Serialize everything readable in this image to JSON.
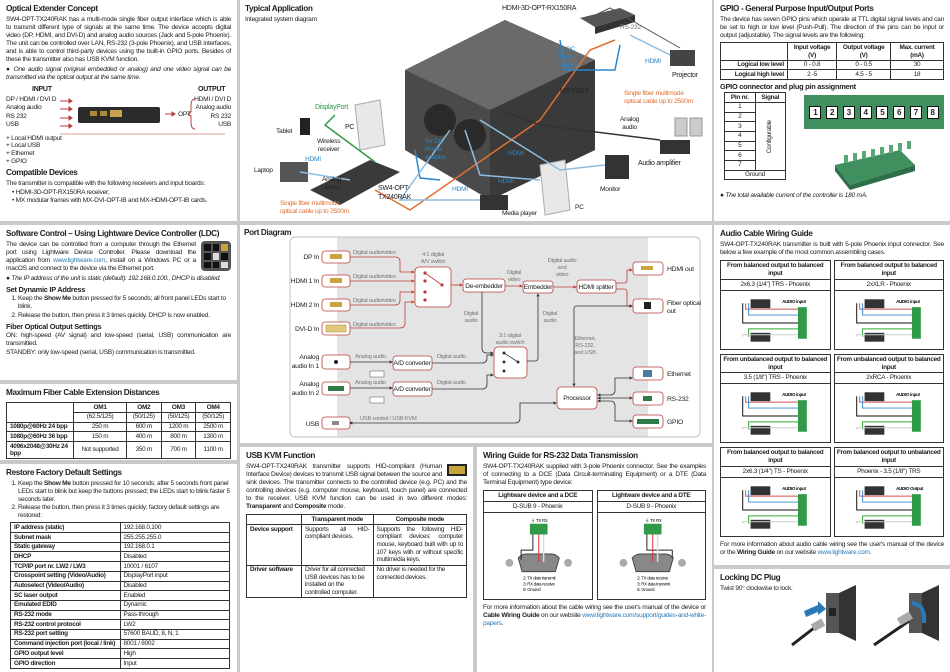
{
  "optical": {
    "title": "Optical Extender Concept",
    "body": "SW4-OPT-TX240RAK has a multi-mode single fiber output interface which is able to transmit different type of signals at the same time. The device accepts digital video (DP, HDMI, and DVI-D) and analog audio sources (Jack and 5-pole Phoenix). The unit can be controlled over LAN, RS-232 (3-pole Phoenix), and USB interfaces, and is able to control third-party devices using the built-in GPIO ports. Besides of these the transmitter also has USB KVM function.",
    "note": "One audio signal (original embedded or analog) and one video signal can be transmitted via the optical output at the same time.",
    "input_label": "INPUT",
    "output_label": "OUTPUT",
    "inputs": [
      "DP / HDMI / DVI D",
      "Analog audio",
      "RS 232",
      "USB"
    ],
    "opt": "OPT",
    "outputs": [
      "HDMI / DVI D",
      "Analog audio",
      "RS 232",
      "USB"
    ],
    "extras": [
      "+ Local HDMI output",
      "+ Local USB",
      "+ Ethernet",
      "+ GPIO"
    ]
  },
  "compatible": {
    "title": "Compatible Devices",
    "intro": "The transmitter is compatible with the following receivers and input boards:",
    "items": [
      "HDMI-3D-OPT-RX150RA receiver;",
      "MX modular frames with MX-DVI-OPT-IB and MX-HDMI-OPT-IB cards."
    ]
  },
  "software": {
    "title": "Software Control – Using Lightware Device Controller (LDC)",
    "body1": "The device can be controlled from a computer through the Ethernet port using Lightware Device Controller. Please download the application from ",
    "link": "www.lightware.com",
    "body2": ", install on a Windows PC or a macOS and connect to the device via the Ethernet port.",
    "note": "The IP address of the unit is static (default): 192.168.0.100., DHCP is disabled.",
    "dyn_title": "Set Dynamic IP Address",
    "dyn_steps": [
      {
        "pre": "Keep the ",
        "bold": "Show Me",
        "post": " button pressed for 5 seconds; all front panel LEDs start to blink."
      },
      {
        "pre": "Release the button, then press it 3 times quickly. DHCP is now enabled.",
        "bold": "",
        "post": ""
      }
    ],
    "fiber_title": "Fiber Optical Output Settings",
    "fiber_on": "ON: high-speed (AV signal) and low-speed (serial, USB) communication are transmitted.",
    "fiber_standby": "STANDBY: only low-speed (serial, USB) communication is transmitted."
  },
  "fiber_table": {
    "title": "Maximum Fiber Cable Extension Distances",
    "headers": [
      "OM1",
      "OM2",
      "OM3",
      "OM4"
    ],
    "subheaders": [
      "(62.5/125)",
      "(50/125)",
      "(50/125)",
      "(50/125)"
    ],
    "rows": [
      [
        "1080p@60Hz 24 bpp",
        "250 m",
        "600 m",
        "1200 m",
        "2500 m"
      ],
      [
        "1080p@60Hz 36 bpp",
        "150 m",
        "400 m",
        "800 m",
        "1300 m"
      ],
      [
        "4096x2048@30Hz 24 bpp",
        "Not supported",
        "350 m",
        "700 m",
        "1100 m"
      ]
    ]
  },
  "restore": {
    "title": "Restore Factory Default Settings",
    "steps": [
      {
        "pre": "Keep the ",
        "bold": "Show Me",
        "post": " button pressed for 10 seconds; after 5 seconds front panel LEDs start to blink but keep the buttons pressed; the LEDs start to blink faster 5 seconds later."
      },
      {
        "pre": "Release the button, then press it 3 times quickly; factory default settings are restored:",
        "bold": "",
        "post": ""
      }
    ],
    "rows": [
      [
        "IP address (static)",
        "192.168.0.100"
      ],
      [
        "Subnet mask",
        "255.255.255.0"
      ],
      [
        "Static gateway",
        "192.168.0.1"
      ],
      [
        "DHCP",
        "Disabled"
      ],
      [
        "TCP/IP port nr. LW2 / LW3",
        "10001 / 6107"
      ],
      [
        "Crosspoint setting (Video/Audio)",
        "DisplayPort input"
      ],
      [
        "Autoselect (Video/Audio)",
        "Disabled"
      ],
      [
        "SC laser output",
        "Enabled"
      ],
      [
        "Emulated EDID",
        "Dynamic"
      ],
      [
        "RS-232 mode",
        "Pass-through"
      ],
      [
        "RS-232 control protocol",
        "LW2"
      ],
      [
        "RS-232 port setting",
        "57600 BAUD, 8, N, 1"
      ],
      [
        "Command injection port (local / link)",
        "8001 / 8002"
      ],
      [
        "GPIO output level",
        "High"
      ],
      [
        "GPIO direction",
        "Input"
      ]
    ]
  },
  "typical": {
    "title": "Typical Application",
    "subtitle": "Integrated system diagram",
    "labels": {
      "rx": "HDMI-3D-OPT-RX150RA",
      "rs232": "RS-232",
      "psu_r": "5V DC\nPower\nadaptor",
      "projector": "Projector",
      "hdmi_r": "HDMI",
      "frame": "MX-FR17",
      "fiber_r": "Single fiber multimode\noptical cable up to 2500m",
      "displayport": "DisplayPort",
      "pc": "PC",
      "tablet": "Tablet",
      "wireless": "Wireless\nreceiver",
      "psu_l": "5V DC\nPower\nadaptor",
      "laptop": "Laptop",
      "hdmi_l": "HDMI",
      "analog_l": "Analog\naudio",
      "tx": "SW4-OPT-\nTX240RAK",
      "fiber_l": "Single fiber multimode\noptical cable up to 2500m",
      "hdmi_b1": "HDMI",
      "hdmi_b2": "HDMI",
      "hdmi_b3": "HDMI",
      "analog_r": "Analog\naudio",
      "amp": "Audio amplifier",
      "monitor": "Monitor",
      "media": "Media player",
      "pc2": "PC"
    }
  },
  "port": {
    "title": "Port Diagram",
    "inputs": [
      "DP In",
      "HDMI 1 In",
      "HDMI 2 In",
      "DVI-D In"
    ],
    "analog": [
      "Analog\naudio In 1",
      "Analog\naudio In 2"
    ],
    "usb": "USB",
    "dav": "Digital audio/video",
    "switch41": "4:1 digital\nA/V switch",
    "deemb": "De-embedder",
    "dvideo": "Digital\nvideo",
    "emb": "Embedder",
    "dav2": "Digital audio\nand\nvideo",
    "splitter": "HDMI splitter",
    "daudio": "Digital\naudio",
    "daudio2": "Digital\naudio",
    "switch31": "3:1 digital\naudio switch",
    "aaudio": "Analog audio",
    "adc": "A/D converter",
    "daud": "Digital audio",
    "eth_label": "Ethernet,\nRS-232,\nand USB",
    "proc": "Processor",
    "usbctl": "USB control / USB KVM",
    "outputs": [
      "HDMI out",
      "Fiber optical\nout",
      "Ethernet",
      "RS-232",
      "GPIO"
    ]
  },
  "kvm": {
    "title": "USB KVM Function",
    "body": "SW4-OPT-TX240RAK transmitter supports HID-compliant (Human Interface Device) devices to transmit USB signal between the source and sink devices. The transmitter connects to the controlled device (e.g. PC) and the controlling devices (e.g. computer mouse, keyboard, touch panel) are connected to the receiver. USB KVM function can be used in two different modes: ",
    "m1": "Transparent",
    "and": " and ",
    "m2": "Composite",
    "tail": " mode.",
    "headers": [
      "",
      "Transparent mode",
      "Composite mode"
    ],
    "rows": [
      [
        "Device support",
        "Supports all HID-compliant devices.",
        "Supports the following HID-compliant devices: computer mouse, keyboard built with up to 107 keys with or without specific multimedia keys."
      ],
      [
        "Driver software",
        "Driver for all connected USB devices has to be installed on the controlled computer.",
        "No driver is needed for the connected devices."
      ]
    ]
  },
  "rs232": {
    "title": "Wiring Guide for RS-232 Data Transmission",
    "body": "SW4-OPT-TX240RAK supplied with 3-pole Phoenix connector. See the examples of connecting to a DCE (Data Circuit-terminating Equipment) or a DTE (Data Terminal Equipment) type device:",
    "boxes": [
      {
        "title": "Lightware device and a DCE",
        "sub": "D-SUB 9 - Phoenix",
        "pins": "⏚ TX RX",
        "legend": [
          "2: TX data transmit",
          "3: RX data receive",
          "5: Ground"
        ]
      },
      {
        "title": "Lightware device and a DTE",
        "sub": "D-SUB 9 - Phoenix",
        "pins": "⏚ TX RX",
        "legend": [
          "2: TX data receive",
          "3: RX data transmit",
          "5: Ground"
        ]
      }
    ],
    "more1": "For more information about the cable wiring see the user's manual of the device or ",
    "bold": "Cable Wiring Guide",
    "more2": " on our website ",
    "link": "www.lightware.com/support/guides-and-white-papers",
    "end": "."
  },
  "gpio": {
    "title": "GPIO - General Purpose Input/Output Ports",
    "body": "The device has seven GPIO pins which operate at TTL digital signal levels and can be set to high or low level (Push-Pull). The direction of the pins can be input or output (adjustable). The signal levels are the following:",
    "headers": [
      "",
      "Input voltage (V)",
      "Output voltage (V)",
      "Max. current (mA)"
    ],
    "rows": [
      [
        "Logical low level",
        "0 - 0.8",
        "0 - 0.5",
        "30"
      ],
      [
        "Logical high level",
        "2 -5",
        "4.5 - 5",
        "18"
      ]
    ],
    "pin_title": "GPIO connector and plug pin assignment",
    "pin_headers": [
      "Pin nr.",
      "Signal"
    ],
    "pins": [
      "1",
      "2",
      "3",
      "4",
      "5",
      "6",
      "7"
    ],
    "configurable": "Configurable",
    "ground": "Ground",
    "plug_pins": [
      "1",
      "2",
      "3",
      "4",
      "5",
      "6",
      "7",
      "8"
    ],
    "note": "The total available current of the controller is 180 mA.",
    "plug_color": "#3f8f5f"
  },
  "audio": {
    "title": "Audio Cable Wiring Guide",
    "body": "SW4-OPT-TX240RAK transmitter is built with 5-pole Phoenix input connector. See below a few example of the most common assembling cases.",
    "cases": [
      {
        "title": "From balanced output to balanced input",
        "sub": "2x6.3 (1/4\") TRS - Phoenix",
        "tag": "AUDIO input"
      },
      {
        "title": "From balanced output to balanced input",
        "sub": "2xXLR - Phoenix",
        "tag": "AUDIO input"
      },
      {
        "title": "From unbalanced output to balanced input",
        "sub": "3.5 (1/8\") TRS - Phoenix",
        "tag": "AUDIO input"
      },
      {
        "title": "From unbalanced output to balanced input",
        "sub": "2xRCA - Phoenix",
        "tag": "AUDIO input"
      },
      {
        "title": "From balanced output to balanced input",
        "sub": "2x6.3 (1/4\") TS - Phoenix",
        "tag": "AUDIO input"
      },
      {
        "title": "From balanced output to unbalanced input",
        "sub": "Phoenix - 3.5 (1/8\") TRS",
        "tag": "AUDIO Output"
      }
    ],
    "more1": "For more information about audio cable wiring see the user's manual of the device or the ",
    "bold": "Wiring Guide",
    "more2": " on our website ",
    "link": "www.lightware.com",
    "end": "."
  },
  "dc": {
    "title": "Locking DC Plug",
    "body": "Twist 90° clockwise to lock."
  },
  "colors": {
    "accent_red": "#b8403a",
    "link": "#2a7ab8",
    "gray_bg": "#c9c9c9",
    "diagram_bg": "#e4e4e4"
  },
  "icons": [
    "info-icon",
    "ldc-app-icon",
    "usb-kvm-icon",
    "arrow-right-icon"
  ]
}
